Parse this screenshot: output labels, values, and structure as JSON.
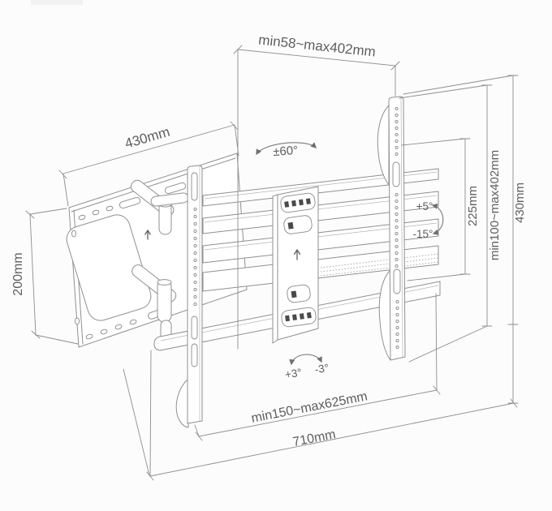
{
  "diagram": {
    "type": "technical-dimension-drawing",
    "subject": "full-motion articulating TV wall mount bracket",
    "labels": {
      "top_extension": "min58~max402mm",
      "wall_plate_width": "430mm",
      "wall_plate_height": "200mm",
      "swivel_angle": "±60°",
      "tilt_up": "+5°",
      "tilt_down": "-15°",
      "rail_spacing": "225mm",
      "vesa_height_range": "min100~max402mm",
      "bracket_height": "430mm",
      "level_left": "+3°",
      "level_right": "-3°",
      "vesa_width_range": "min150~max625mm",
      "bracket_width": "710mm"
    },
    "colors": {
      "background": "#fcfcfc",
      "drawing_line": "#8f8f8f",
      "dimension_line": "#8d8d8d",
      "label_text": "#5e5e5e",
      "hole_fill": "#4a4a4a"
    }
  }
}
